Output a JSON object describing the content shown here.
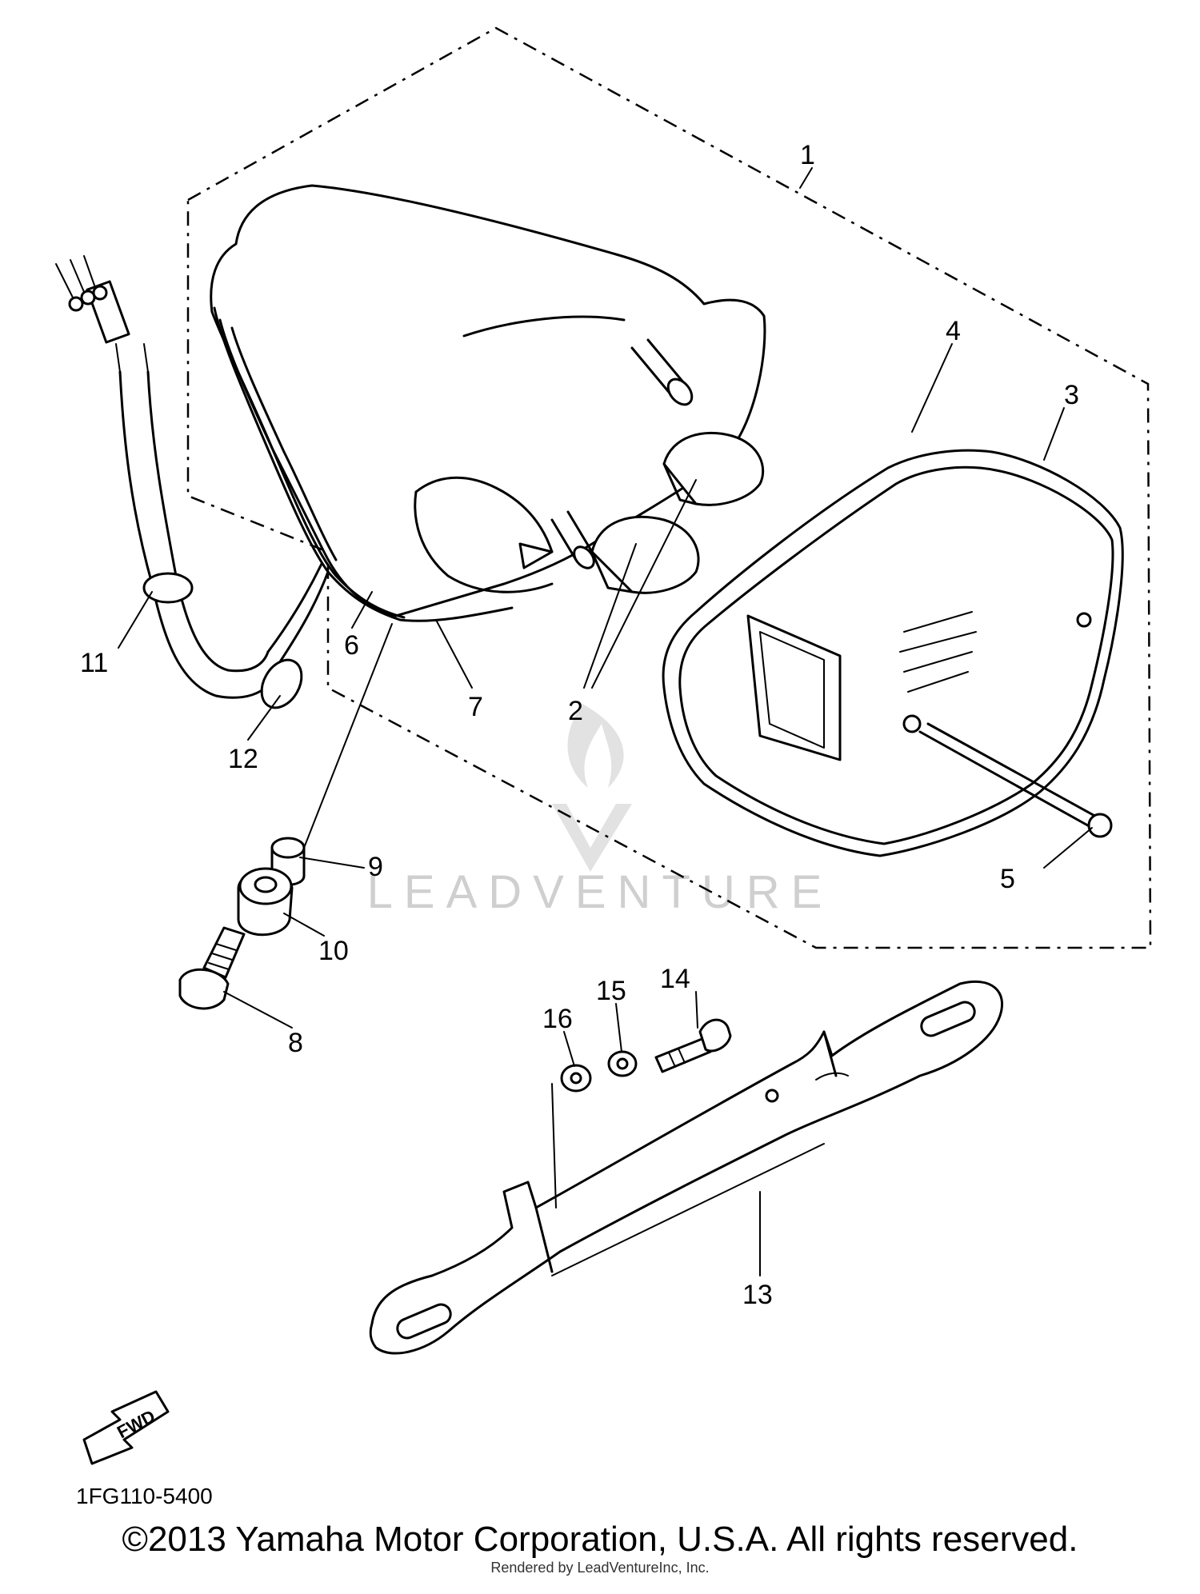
{
  "callouts": [
    "1",
    "2",
    "3",
    "4",
    "5",
    "6",
    "7",
    "8",
    "9",
    "10",
    "11",
    "12",
    "13",
    "14",
    "15",
    "16"
  ],
  "diagram_code": "1FG110-5400",
  "fwd_label": "FWD",
  "watermark": "LEADVENTURE",
  "copyright": "©2013 Yamaha Motor Corporation, U.S.A. All rights reserved.",
  "rendered_by": "Rendered by LeadVentureInc, Inc."
}
